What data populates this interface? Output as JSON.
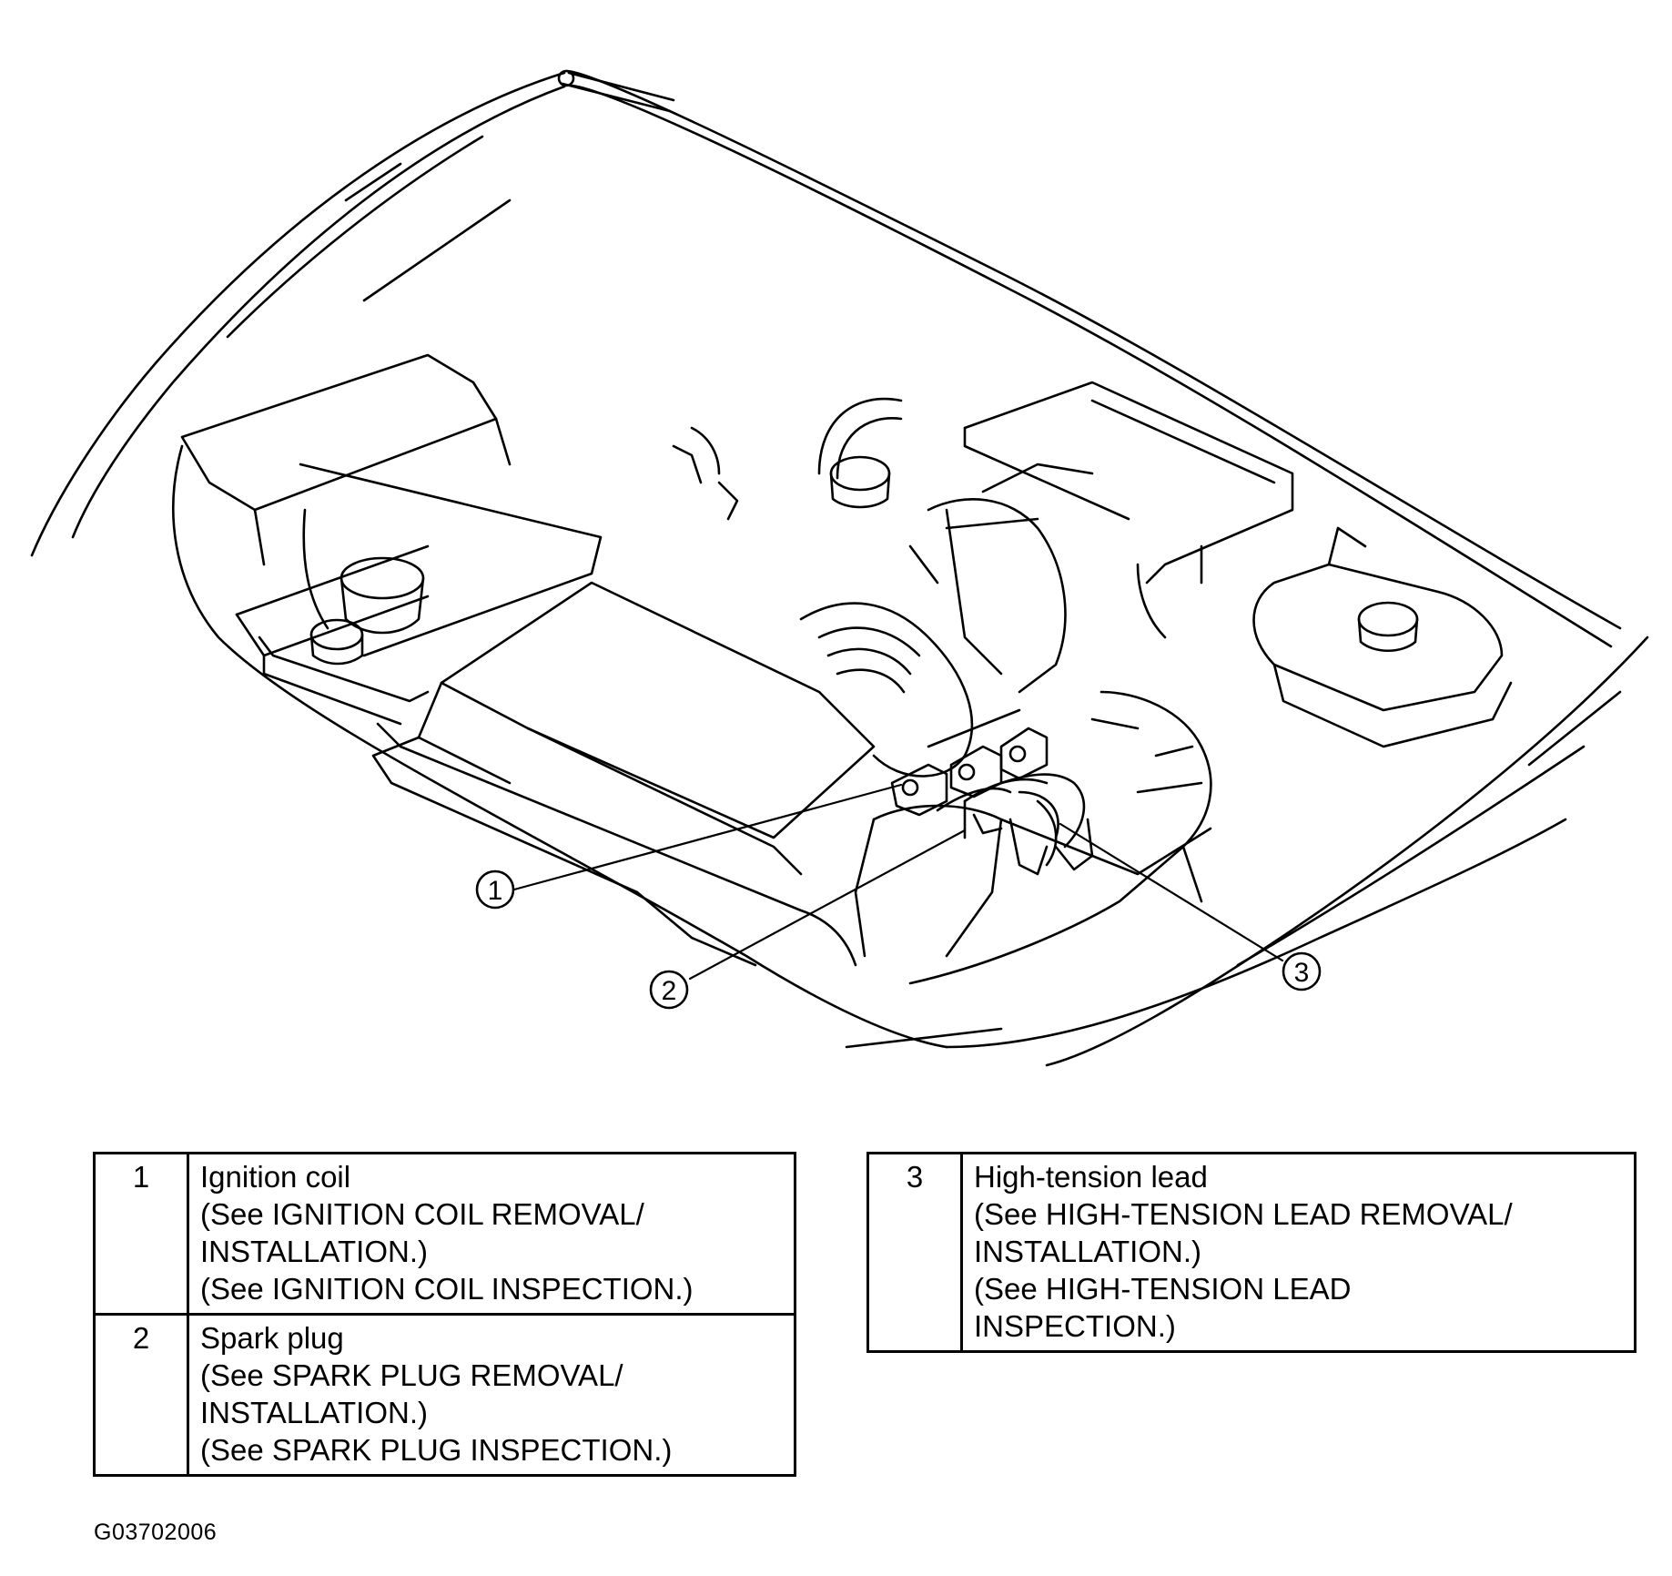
{
  "callouts": {
    "c1": "1",
    "c2": "2",
    "c3": "3"
  },
  "legend": {
    "left": [
      {
        "number": "1",
        "name": "Ignition coil",
        "refs": [
          "(See IGNITION COIL REMOVAL/",
          "INSTALLATION.)",
          "(See IGNITION COIL INSPECTION.)"
        ]
      },
      {
        "number": "2",
        "name": "Spark plug",
        "refs": [
          "(See SPARK PLUG REMOVAL/",
          "INSTALLATION.)",
          "(See SPARK PLUG INSPECTION.)"
        ]
      }
    ],
    "right": [
      {
        "number": "3",
        "name": "High-tension lead",
        "refs": [
          "(See HIGH-TENSION LEAD REMOVAL/",
          "INSTALLATION.)",
          "(See HIGH-TENSION LEAD",
          "INSPECTION.)"
        ]
      }
    ]
  },
  "figure_code": "G03702006"
}
